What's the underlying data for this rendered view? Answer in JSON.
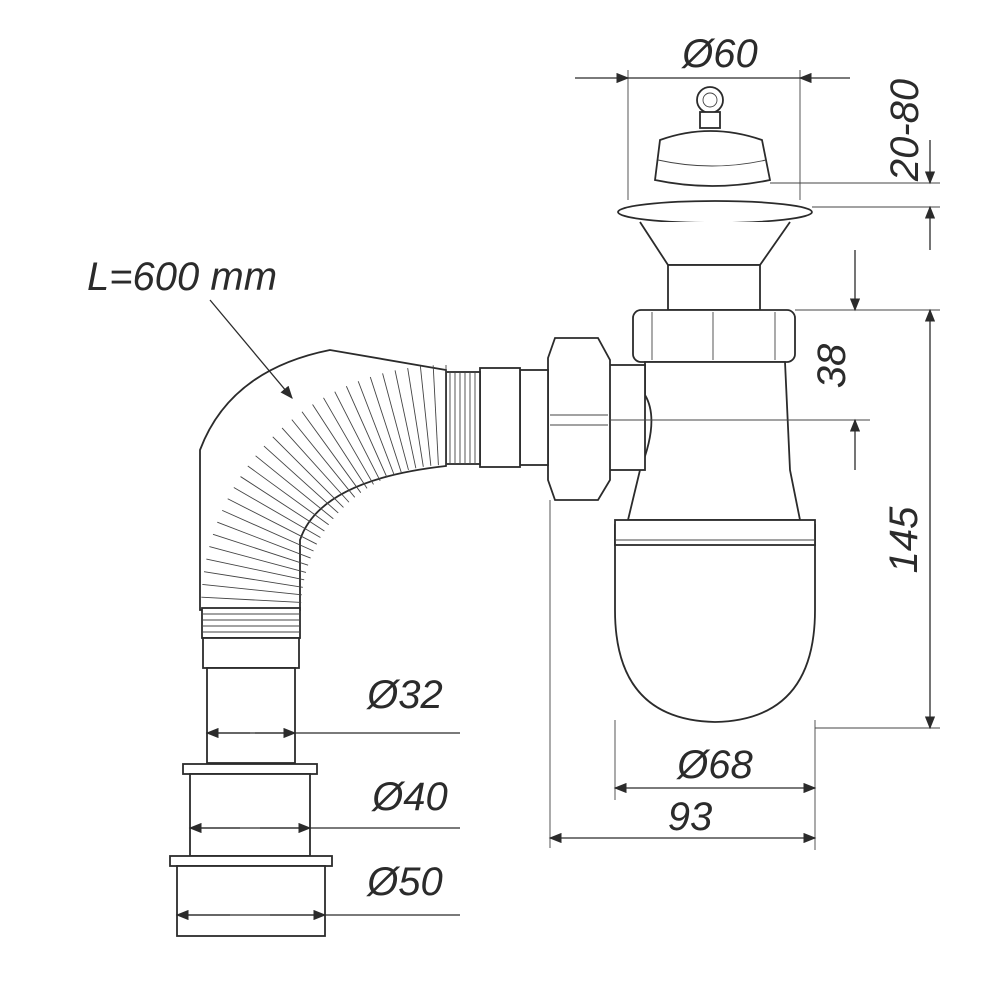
{
  "title": "Bottle siphon with flexible hose dimensional drawing",
  "labels": {
    "stopper_diameter": "Ø60",
    "plug_height_range": "20-80",
    "hose_length": "L=600 mm",
    "nut_height": "38",
    "total_height": "145",
    "outlet_d32": "Ø32",
    "outlet_d40": "Ø40",
    "outlet_d50": "Ø50",
    "bottle_diameter": "Ø68",
    "outlet_offset": "93"
  }
}
